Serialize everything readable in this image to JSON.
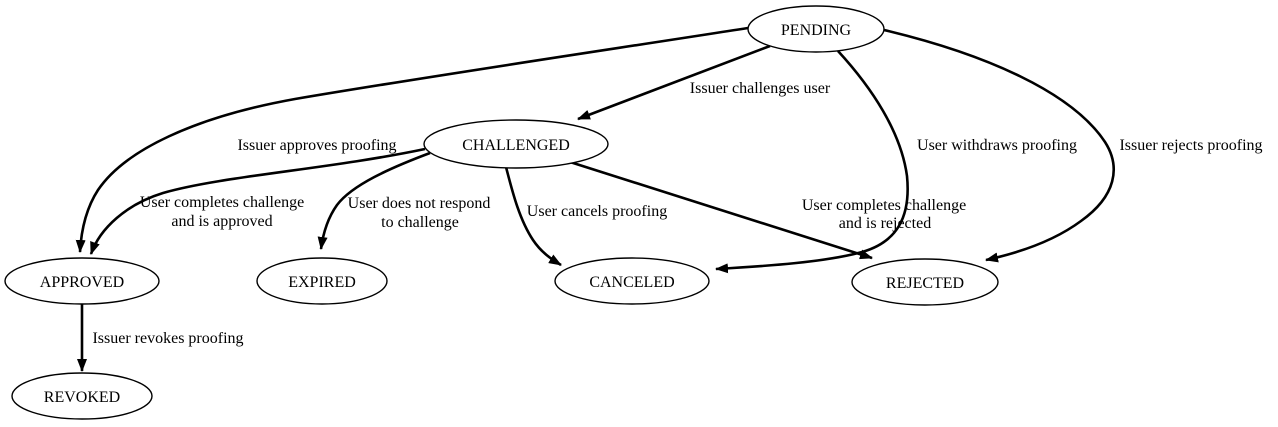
{
  "diagram": {
    "type": "state-transition-graph",
    "colors": {
      "background": "#ffffff",
      "node_fill": "#ffffff",
      "stroke": "#000000",
      "text": "#000000"
    },
    "nodes": {
      "pending": {
        "label": "PENDING"
      },
      "challenged": {
        "label": "CHALLENGED"
      },
      "approved": {
        "label": "APPROVED"
      },
      "expired": {
        "label": "EXPIRED"
      },
      "canceled": {
        "label": "CANCELED"
      },
      "rejected": {
        "label": "REJECTED"
      },
      "revoked": {
        "label": "REVOKED"
      }
    },
    "edges": {
      "pending_challenged": {
        "from": "PENDING",
        "to": "CHALLENGED",
        "label": "Issuer challenges user"
      },
      "pending_approved": {
        "from": "PENDING",
        "to": "APPROVED",
        "label": "Issuer approves proofing"
      },
      "pending_canceled": {
        "from": "PENDING",
        "to": "CANCELED",
        "label": "User withdraws proofing"
      },
      "pending_rejected": {
        "from": "PENDING",
        "to": "REJECTED",
        "label": "Issuer rejects proofing"
      },
      "challenged_approved": {
        "from": "CHALLENGED",
        "to": "APPROVED",
        "lines": [
          "User completes challenge",
          "and is approved"
        ]
      },
      "challenged_expired": {
        "from": "CHALLENGED",
        "to": "EXPIRED",
        "lines": [
          "User does not respond",
          "to challenge"
        ]
      },
      "challenged_canceled": {
        "from": "CHALLENGED",
        "to": "CANCELED",
        "label": "User cancels proofing"
      },
      "challenged_rejected": {
        "from": "CHALLENGED",
        "to": "REJECTED",
        "lines": [
          "User completes challenge",
          "and is rejected"
        ]
      },
      "approved_revoked": {
        "from": "APPROVED",
        "to": "REVOKED",
        "label": "Issuer revokes proofing"
      }
    }
  }
}
